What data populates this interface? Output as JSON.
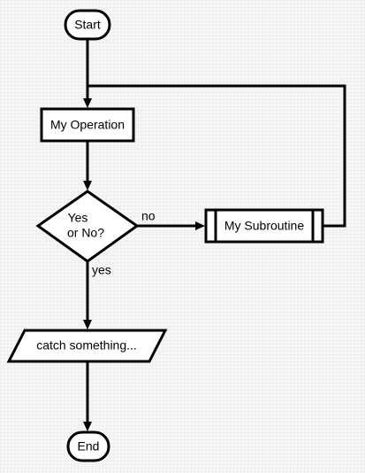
{
  "nodes": {
    "start": {
      "label": "Start"
    },
    "operation": {
      "label": "My Operation"
    },
    "decision": {
      "line1": "Yes",
      "line2": "or No?"
    },
    "subroutine": {
      "label": "My Subroutine"
    },
    "io": {
      "label": "catch something..."
    },
    "end": {
      "label": "End"
    }
  },
  "edges": {
    "decision_no": {
      "label": "no"
    },
    "decision_yes": {
      "label": "yes"
    }
  }
}
